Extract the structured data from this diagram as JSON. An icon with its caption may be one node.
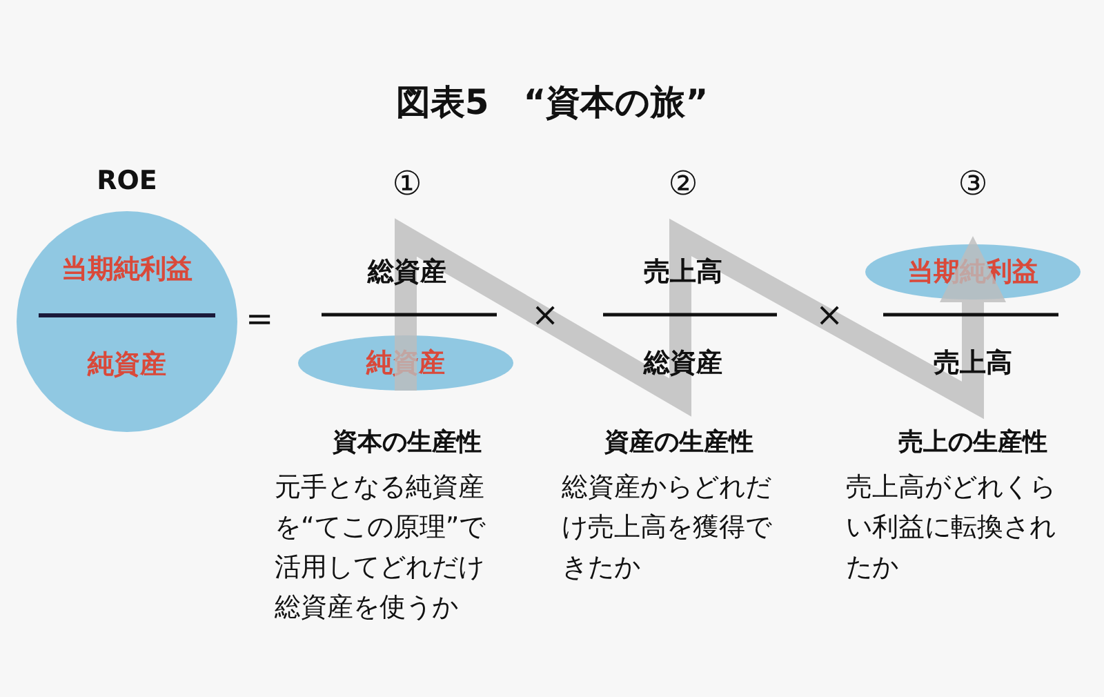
{
  "diagram": {
    "title": "図表5　“資本の旅”",
    "nodes": [
      {
        "text": [
          "当期純利益",
          "純資産"
        ],
        "beside": [
          "ROE"
        ]
      },
      {
        "text": [
          "純資産"
        ]
      },
      {
        "text": [
          "当期純利益"
        ]
      }
    ],
    "edges": [
      {
        "from": 1,
        "to": 2,
        "arrow": "to"
      }
    ],
    "labels": [
      "①",
      "②",
      "③",
      "=",
      "総資産",
      "売上高",
      "×",
      "×",
      "総資産",
      "売上高",
      "資本の生産性",
      "元手となる純資産を“てこの原理”で活用してどれだけ総資産を使うか",
      "資産の生産性",
      "総資産からどれだけ売上高を獲得できたか",
      "売上の生産性",
      "売上高がどれくらい利益に転換されたか"
    ]
  }
}
